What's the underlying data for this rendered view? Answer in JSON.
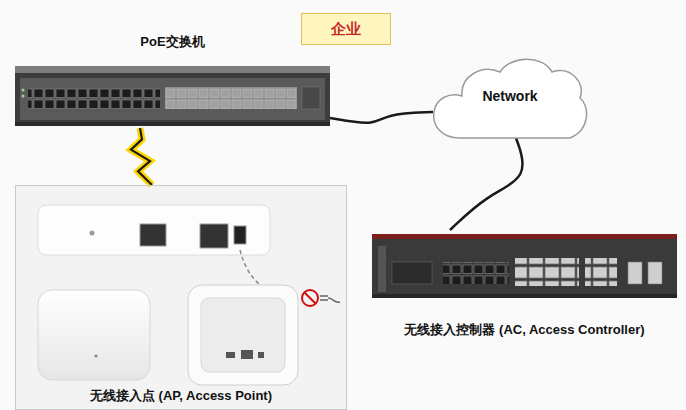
{
  "diagram": {
    "nodes": [
      {
        "text": [
          "企业"
        ]
      },
      {
        "text": [
          "PoE交换机"
        ]
      },
      {
        "text": [
          "Network"
        ]
      },
      {
        "text": [
          "无线接入控制器 (AC, Access Controller)"
        ]
      },
      {
        "text": [
          "无线接入点 (AP, Access Point)"
        ]
      }
    ],
    "edges": [
      {
        "from": 1,
        "to": 2,
        "arrow": "none"
      },
      {
        "from": 2,
        "to": 3,
        "arrow": "none"
      },
      {
        "from": 1,
        "to": 4,
        "arrow": "none"
      }
    ]
  }
}
